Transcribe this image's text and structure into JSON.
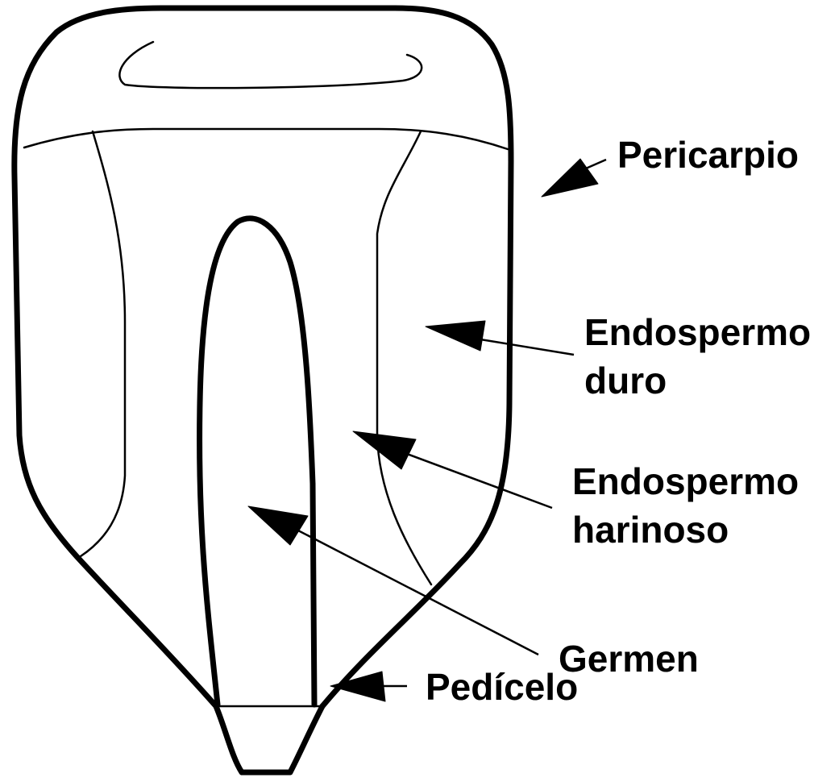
{
  "labels": {
    "pericarpio": "Pericarpio",
    "endospermo_duro_line1": "Endospermo",
    "endospermo_duro_line2": "duro",
    "endospermo_harinoso_line1": "Endospermo",
    "endospermo_harinoso_line2": "harinoso",
    "germen": "Germen",
    "pedicelo": "Pedícelo"
  },
  "colors": {
    "line": "#000000",
    "background": "#ffffff"
  }
}
